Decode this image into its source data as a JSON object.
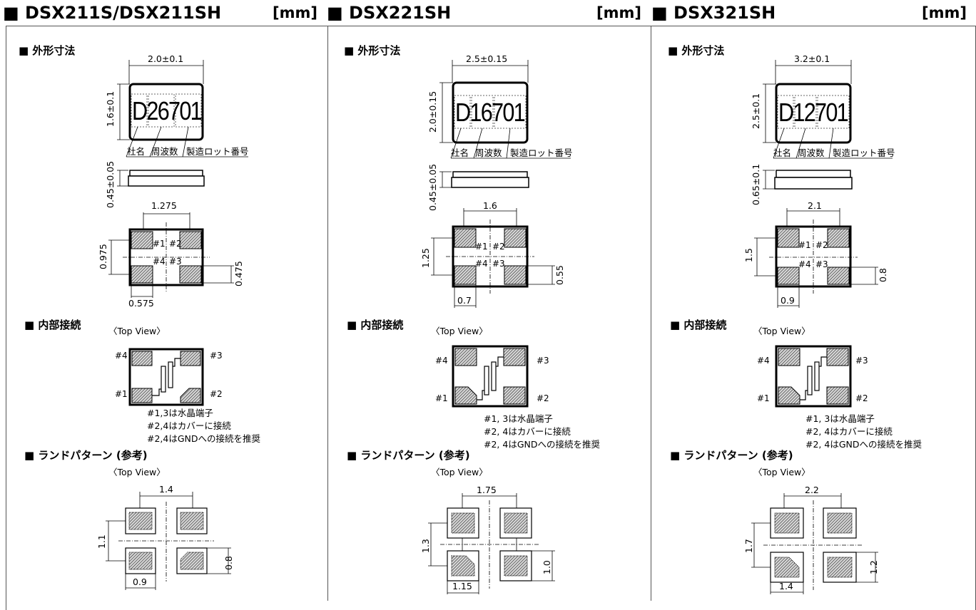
{
  "unit": "[mm]",
  "sections": {
    "outline": "■ 外形寸法",
    "connection": "■ 内部接続",
    "land": "■ ランドパターン (参考)"
  },
  "top_view": "〈Top View〉",
  "callouts": {
    "company": "社名",
    "freq": "周波数",
    "lot": "製造ロット番号"
  },
  "pins": {
    "p1": "#1",
    "p2": "#2",
    "p3": "#3",
    "p4": "#4"
  },
  "notes": [
    "#1, 3は水晶端子",
    "#2, 4はカバーに接続",
    "#2, 4はGNDへの接続を推奨"
  ],
  "notes_first": [
    "#1,3は水晶端子",
    "#2,4はカバーに接続",
    "#2,4はGNDへの接続を推奨"
  ],
  "products": [
    {
      "title": "■ DSX211S/DSX211SH",
      "width": "2.0±0.1",
      "height": "1.6±0.1",
      "marking": "D26701",
      "marking_parts": [
        "D",
        "26",
        "701"
      ],
      "thickness": "0.45±0.05",
      "pad_pitch_x": "1.275",
      "pad_pitch_y": "0.975",
      "pad_w": "0.575",
      "pad_h": "0.475",
      "land_x": "1.4",
      "land_y": "1.1",
      "land_w": "0.9",
      "land_h": "0.8"
    },
    {
      "title": "■ DSX221SH",
      "width": "2.5±0.15",
      "height": "2.0±0.15",
      "marking": "D16701",
      "marking_parts": [
        "D",
        "16",
        "701"
      ],
      "thickness": "0.45±0.05",
      "pad_pitch_x": "1.6",
      "pad_pitch_y": "1.25",
      "pad_w": "0.7",
      "pad_h": "0.55",
      "land_x": "1.75",
      "land_y": "1.3",
      "land_w": "1.15",
      "land_h": "1.0"
    },
    {
      "title": "■ DSX321SH",
      "width": "3.2±0.1",
      "height": "2.5±0.1",
      "marking": "D12701",
      "marking_parts": [
        "D",
        "12",
        "701"
      ],
      "thickness": "0.65±0.1",
      "pad_pitch_x": "2.1",
      "pad_pitch_y": "1.5",
      "pad_w": "0.9",
      "pad_h": "0.8",
      "land_x": "2.2",
      "land_y": "1.7",
      "land_w": "1.4",
      "land_h": "1.2"
    }
  ]
}
